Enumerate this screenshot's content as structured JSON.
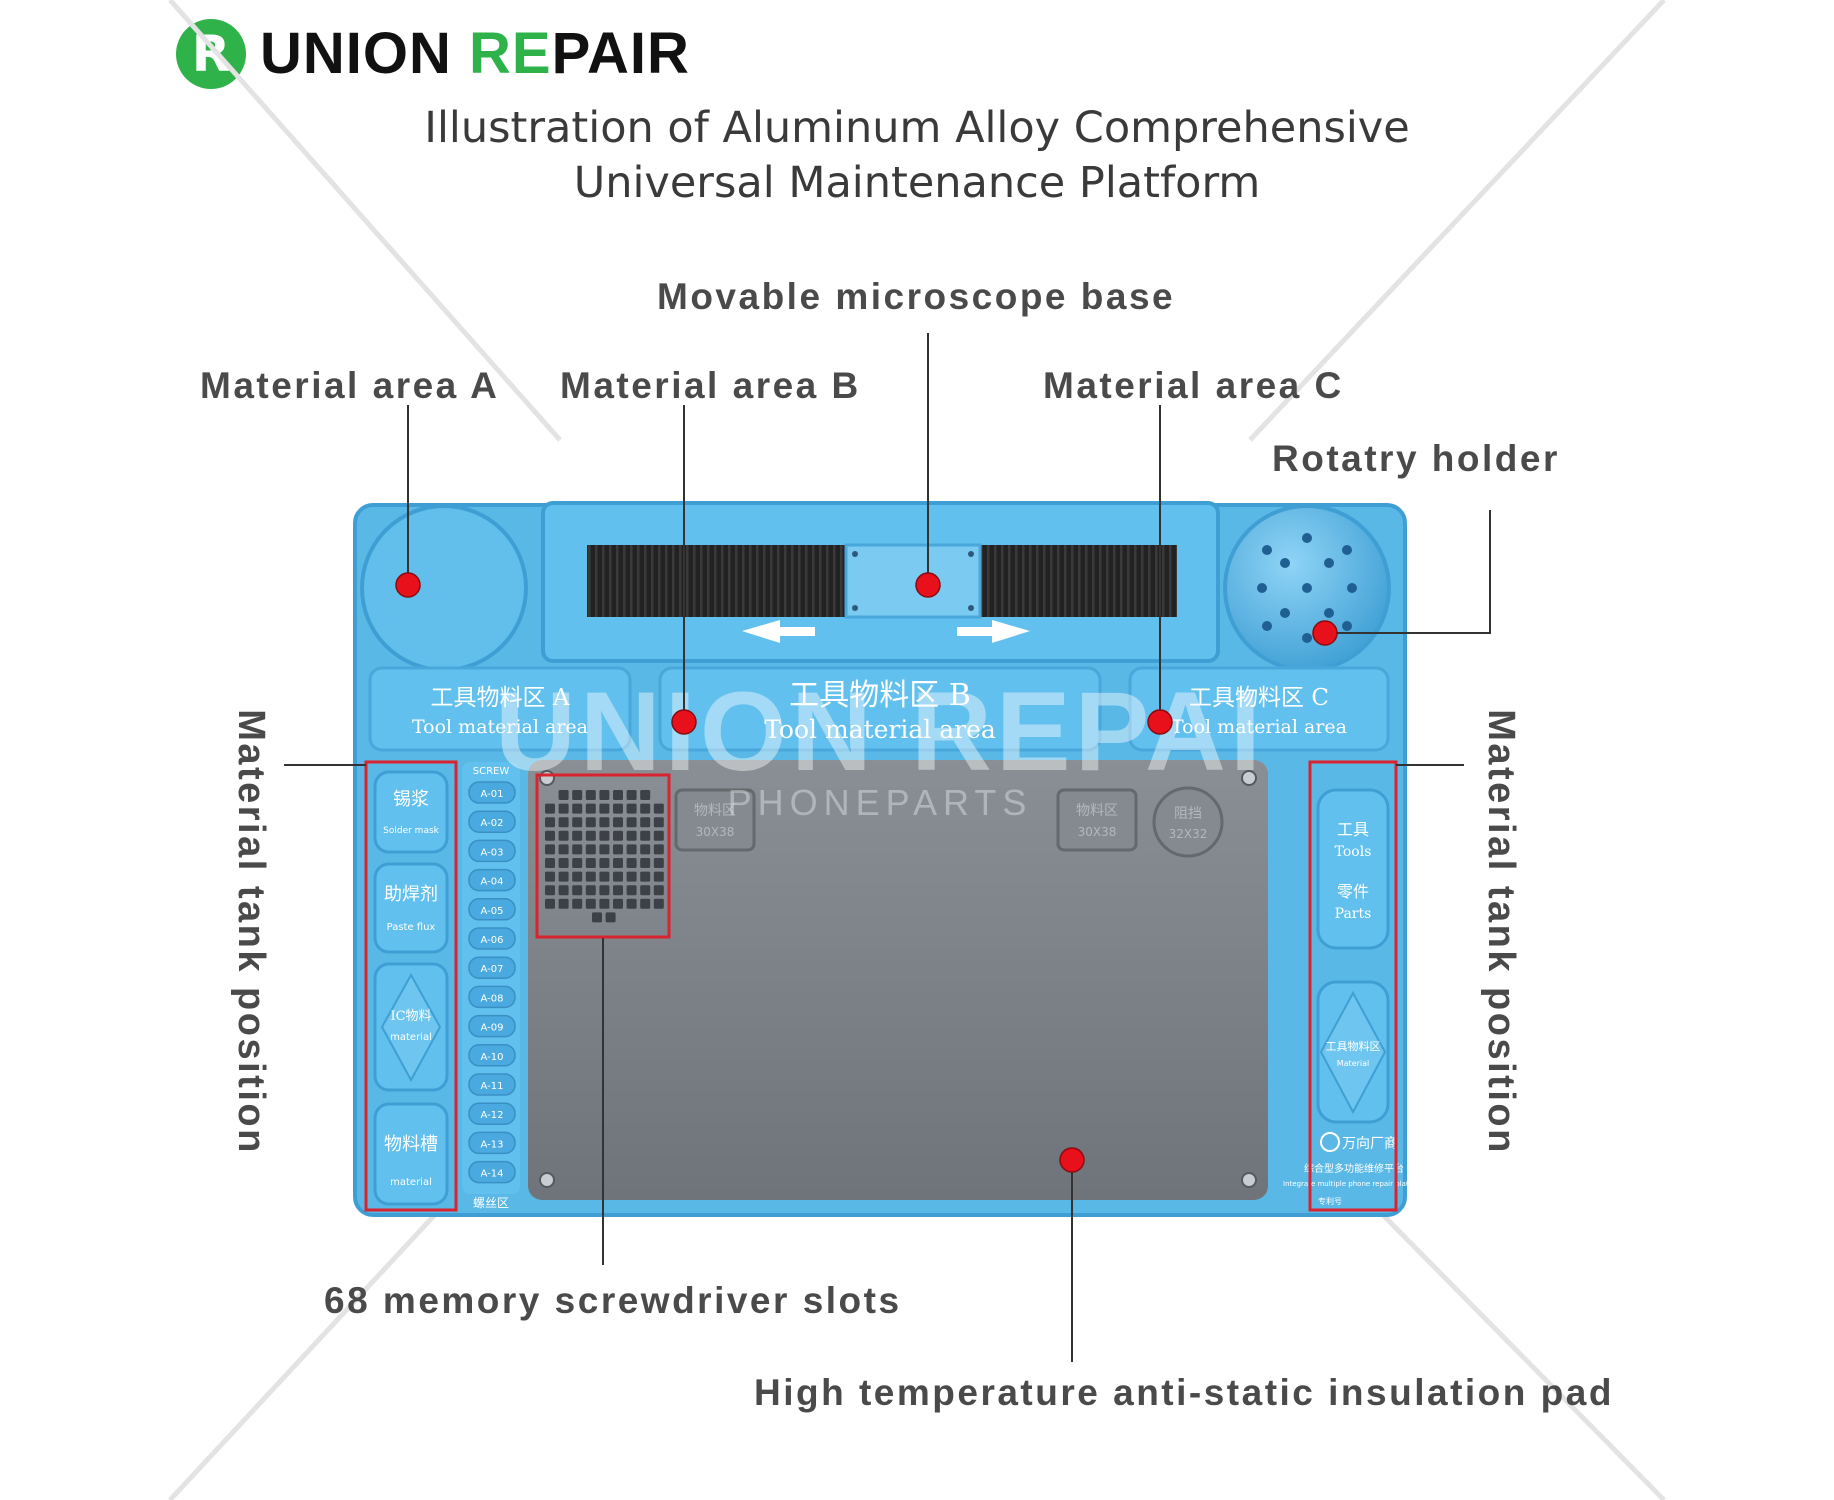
{
  "brand": {
    "badge_letter": "R",
    "name_part1": "UNION ",
    "name_part2a": "RE",
    "name_part2b": "PAIR",
    "green": "#2fb24a",
    "watermark": "UNION REPAI",
    "watermark_sub": "PHONEPARTS"
  },
  "title": {
    "line1": "Illustration of Aluminum Alloy Comprehensive",
    "line2": "Universal Maintenance Platform"
  },
  "callouts": {
    "microscope_base": "Movable microscope base",
    "area_a": "Material area A",
    "area_b": "Material area B",
    "area_c": "Material area C",
    "rotary_holder": "Rotatry holder",
    "tank_left": "Material tank position",
    "tank_right": "Material tank position",
    "screwdriver_slots": "68 memory screwdriver slots",
    "insulation_pad": "High temperature anti-static insulation pad"
  },
  "board": {
    "zone_a_cn": "工具物料区 A",
    "zone_a_en": "Tool material area",
    "zone_b_cn": "工具物料区 B",
    "zone_b_en": "Tool material area",
    "zone_c_cn": "工具物料区 C",
    "zone_c_en": "Tool material area",
    "left_tank_1_cn": "锡浆",
    "left_tank_1_en": "Solder mask",
    "left_tank_2_cn": "助焊剂",
    "left_tank_2_en": "Paste flux",
    "left_tank_3_cn": "IC物料",
    "left_tank_3_en": "material",
    "left_tank_4_cn": "物料槽",
    "left_tank_4_en": "material",
    "right_tank_1_cn": "工具",
    "right_tank_1_en": "Tools",
    "right_tank_2_cn": "零件",
    "right_tank_2_en": "Parts",
    "right_tank_3_cn": "工具物料区",
    "right_tank_3_en": "Material",
    "slot_header": "SCREW",
    "slot_labels": [
      "A-01",
      "A-02",
      "A-03",
      "A-04",
      "A-05",
      "A-06",
      "A-07",
      "A-08",
      "A-09",
      "A-10",
      "A-11",
      "A-12",
      "A-13",
      "A-14"
    ],
    "slot_footer": "螺丝区",
    "pad_zone_1_cn": "物料区",
    "pad_zone_1_size": "30X38",
    "pad_zone_2_cn": "物料区",
    "pad_zone_2_size": "30X38",
    "pad_zone_3_cn": "阻挡",
    "pad_zone_3_size": "32X32",
    "maker_cn": "万向厂商",
    "product_cn": "综合型多功能维修平台",
    "product_en": "Integrate multiple phone repair platform",
    "patent": "专利号",
    "colors": {
      "board": "#5ab8e6",
      "board_dark": "#3f9fd4",
      "pad": "#7b8087",
      "marker": "#e8101a",
      "highlight": "#d9232e"
    }
  }
}
